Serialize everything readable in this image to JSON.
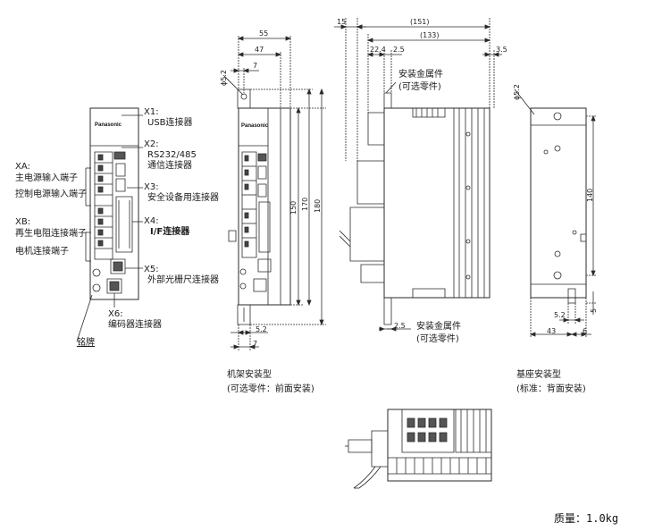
{
  "connectors": {
    "x1": {
      "code": "X1:",
      "name": "USB连接器"
    },
    "x2": {
      "code": "X2:",
      "name": "RS232/485",
      "name2": "通信连接器"
    },
    "x3": {
      "code": "X3:",
      "name": "安全设备用连接器"
    },
    "x4": {
      "code": "X4:",
      "name": "I/F连接器"
    },
    "x5": {
      "code": "X5:",
      "name": "外部光栅尺连接器"
    },
    "x6": {
      "code": "X6:",
      "name": "编码器连接器"
    },
    "xa": {
      "code": "XA:",
      "line1": "主电源输入端子",
      "line2": "控制电源输入端子"
    },
    "xb": {
      "code": "XB:",
      "line1": "再生电阻连接端子",
      "line2": "电机连接端子"
    },
    "nameplate": "铭牌"
  },
  "brand": "Panasonic",
  "views": {
    "rack": {
      "line1": "机架安装型",
      "line2": "(可选零件：前面安装)"
    },
    "base": {
      "line1": "基座安装型",
      "line2": "(标准：背面安装)"
    },
    "bracket_top": {
      "line1": "安装金属件",
      "line2": "(可选零件)"
    },
    "bracket_bottom": {
      "line1": "安装金属件",
      "line2": "(可选零件)"
    }
  },
  "dimensions": {
    "rack": {
      "d55": "55",
      "d47": "47",
      "d7_top": "7",
      "hole": "ϕ5.2",
      "d150": "150",
      "d170": "170",
      "d180": "180",
      "d5_2": "5.2",
      "d7_bottom": "7"
    },
    "side": {
      "d15": "15",
      "d151": "(151)",
      "d133": "(133)",
      "d22_4": "22.4",
      "d2_5_top": "2.5",
      "d3_5": "3.5",
      "d2_5_bottom": "2.5"
    },
    "base": {
      "hole": "ϕ5.2",
      "d140": "140",
      "d5_2": "5.2",
      "d5": "5",
      "d43": "43",
      "d6": "6"
    }
  },
  "mass": "质量：1.0kg"
}
